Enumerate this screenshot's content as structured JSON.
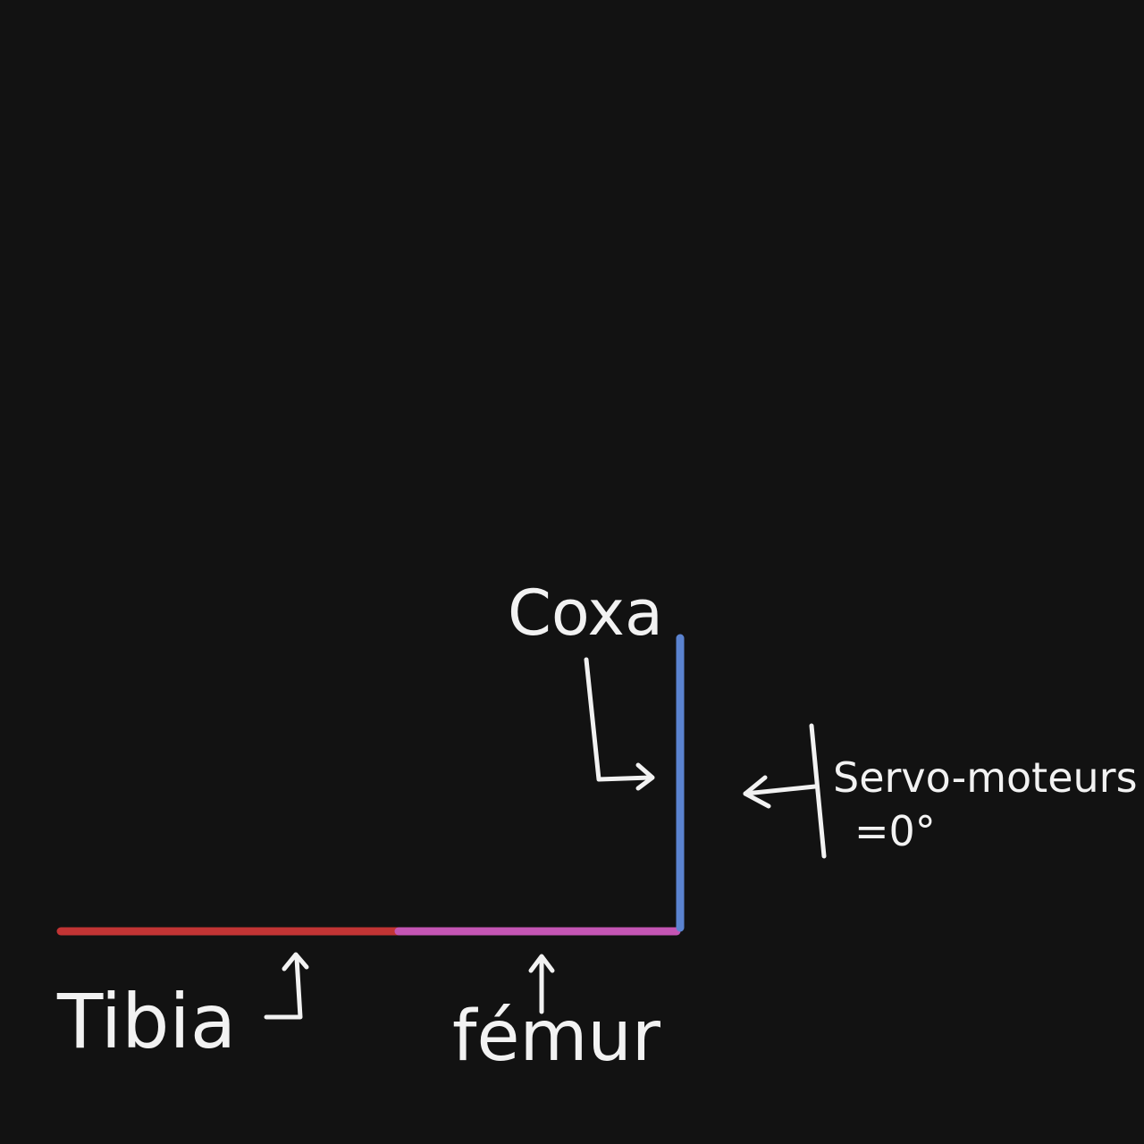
{
  "colors": {
    "background": "#121212",
    "tibia": "#c23434",
    "femur": "#c455b4",
    "coxa": "#5b83d0",
    "annotation": "#f2f2f2"
  },
  "labels": {
    "coxa": "Coxa",
    "tibia": "Tibia",
    "femur": "fémur",
    "servo_line1": "Servo-moteurs",
    "servo_line2": "=0°"
  }
}
